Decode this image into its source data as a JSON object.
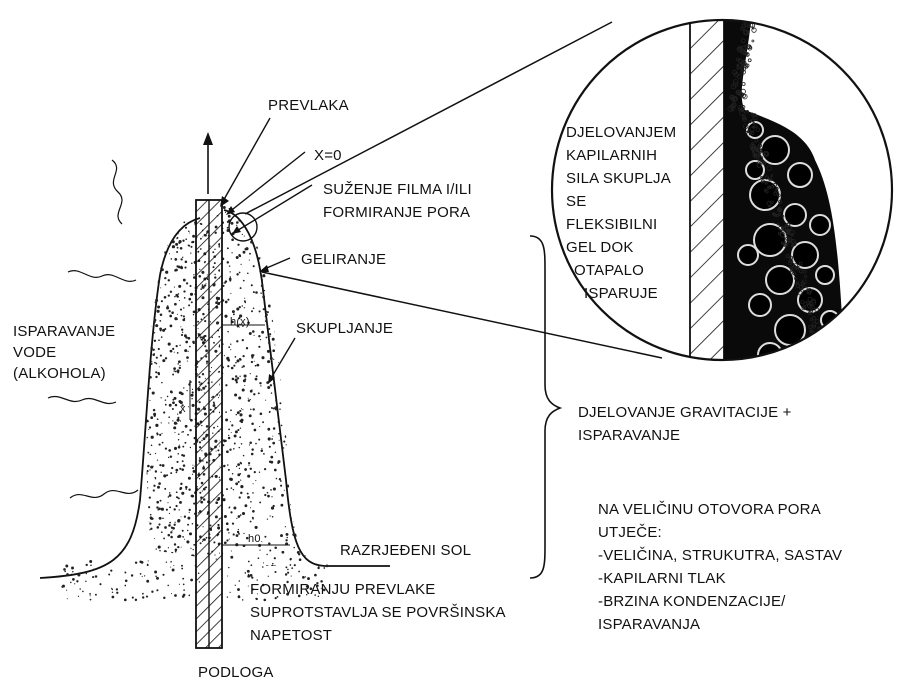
{
  "labels": {
    "prevlaka": "PREVLAKA",
    "x0": "X=0",
    "suzenje_line1": "SUŽENJE FILMA I/ILI",
    "suzenje_line2": "FORMIRANJE PORA",
    "geliranje": "GELIRANJE",
    "skupljanje": "SKUPLJANJE",
    "isparavanje_line1": "ISPARAVANJE",
    "isparavanje_line2": "VODE",
    "isparavanje_line3": "(ALKOHOLA)",
    "gravitacija_line1": "DJELOVANJE GRAVITACIJE +",
    "gravitacija_line2": "ISPARAVANJE",
    "razrijedjeni_sol": "RAZRJEĐENI SOL",
    "formiranju_line1": "FORMIRANJU PREVLAKE",
    "formiranju_line2": "SUPROTSTAVLJA SE POVRŠINSKA",
    "formiranju_line3": "NAPETOST",
    "podloga": "PODLOGA",
    "hx": "h(x)",
    "x_axis": "x",
    "h0": "h0"
  },
  "inset": {
    "line1": "DJELOVANJEM",
    "line2": "KAPILARNIH",
    "line3": "SILA SKUPLJA",
    "line4": "SE",
    "line5": "FLEKSIBILNI",
    "line6": "GEL DOK",
    "line7": "OTAPALO",
    "line8": "ISPARUJE"
  },
  "pore_note": {
    "line1": "NA VELIČINU OTOVORA PORA",
    "line2": "UTJEČE:",
    "line3": "-VELIČINA, STRUKUTRA, SASTAV",
    "line4": "-KAPILARNI TLAK",
    "line5": "-BRZINA KONDENZACIJE/",
    "line6": "ISPARAVANJA"
  }
}
